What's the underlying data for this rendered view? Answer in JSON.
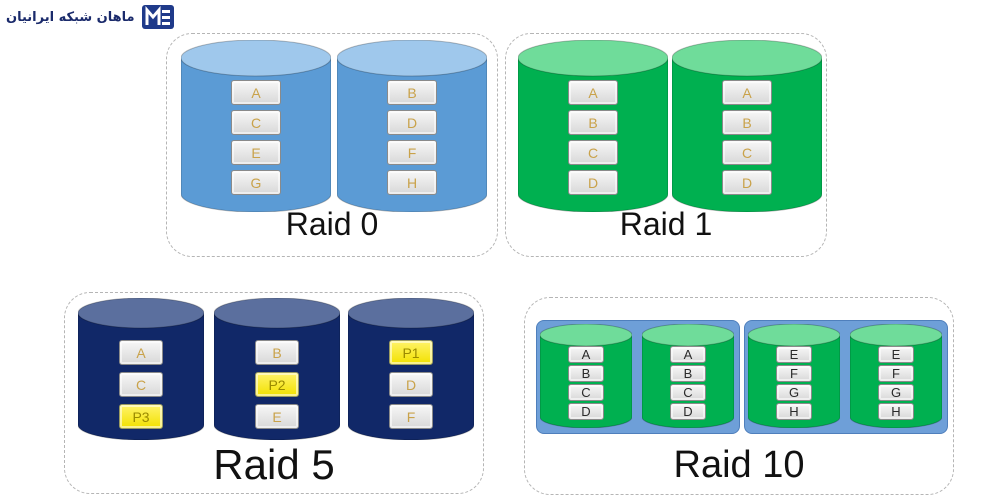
{
  "brand": {
    "name": "ماهان شبکه ایرانیان",
    "icon": "mahan-logo-icon",
    "color": "#1f3a8a"
  },
  "colors": {
    "raid0": "#5b9bd5",
    "raid1": "#00b050",
    "raid5": "#112868",
    "raid10": "#00b050",
    "parity": "#ffff00"
  },
  "raid0": {
    "label": "Raid 0",
    "disks": [
      {
        "blocks": [
          "A",
          "C",
          "E",
          "G"
        ]
      },
      {
        "blocks": [
          "B",
          "D",
          "F",
          "H"
        ]
      }
    ]
  },
  "raid1": {
    "label": "Raid 1",
    "disks": [
      {
        "blocks": [
          "A",
          "B",
          "C",
          "D"
        ]
      },
      {
        "blocks": [
          "A",
          "B",
          "C",
          "D"
        ]
      }
    ]
  },
  "raid5": {
    "label": "Raid 5",
    "disks": [
      {
        "blocks": [
          "A",
          "C",
          "P3"
        ]
      },
      {
        "blocks": [
          "B",
          "P2",
          "E"
        ]
      },
      {
        "blocks": [
          "P1",
          "D",
          "F"
        ]
      }
    ]
  },
  "raid10": {
    "label": "Raid 10",
    "disks": [
      {
        "blocks": [
          "A",
          "B",
          "C",
          "D"
        ]
      },
      {
        "blocks": [
          "A",
          "B",
          "C",
          "D"
        ]
      },
      {
        "blocks": [
          "E",
          "F",
          "G",
          "H"
        ]
      },
      {
        "blocks": [
          "E",
          "F",
          "G",
          "H"
        ]
      }
    ]
  }
}
